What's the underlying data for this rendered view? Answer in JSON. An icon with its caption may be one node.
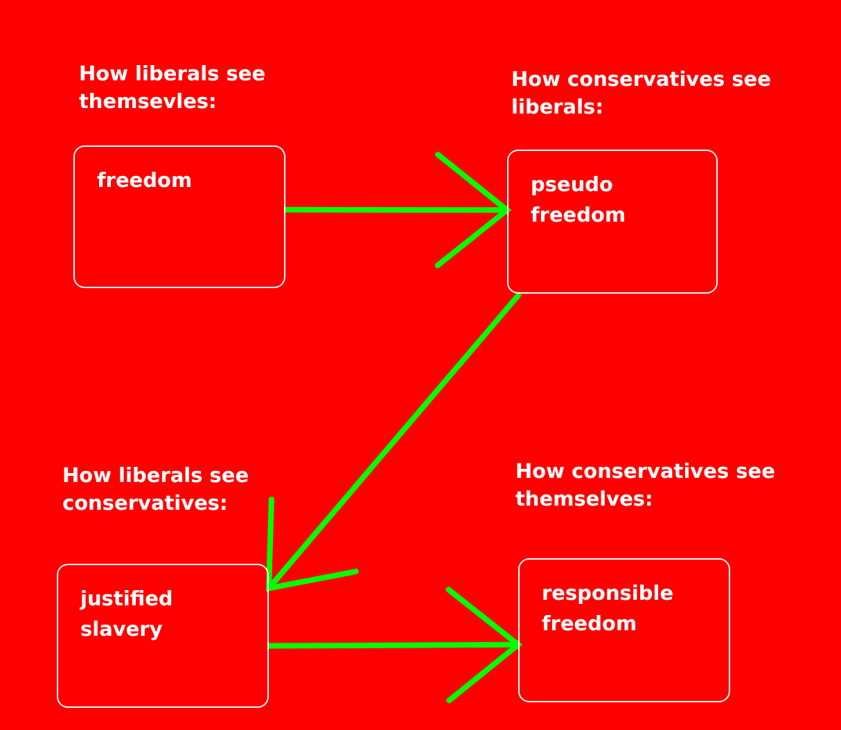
{
  "diagram": {
    "nodes": [
      {
        "text": [
          "How liberals see themsevles:",
          "freedom"
        ]
      },
      {
        "text": [
          "How conservatives see liberals:",
          "pseudo freedom"
        ]
      },
      {
        "text": [
          "How liberals see conservatives:",
          "justified slavery"
        ]
      },
      {
        "text": [
          "How conservatives see themselves:",
          "responsible freedom"
        ]
      }
    ],
    "edges": [
      {
        "from": 0,
        "to": 1,
        "arrow": "to"
      },
      {
        "from": 1,
        "to": 2,
        "arrow": "to"
      },
      {
        "from": 2,
        "to": 3,
        "arrow": "to"
      }
    ]
  }
}
